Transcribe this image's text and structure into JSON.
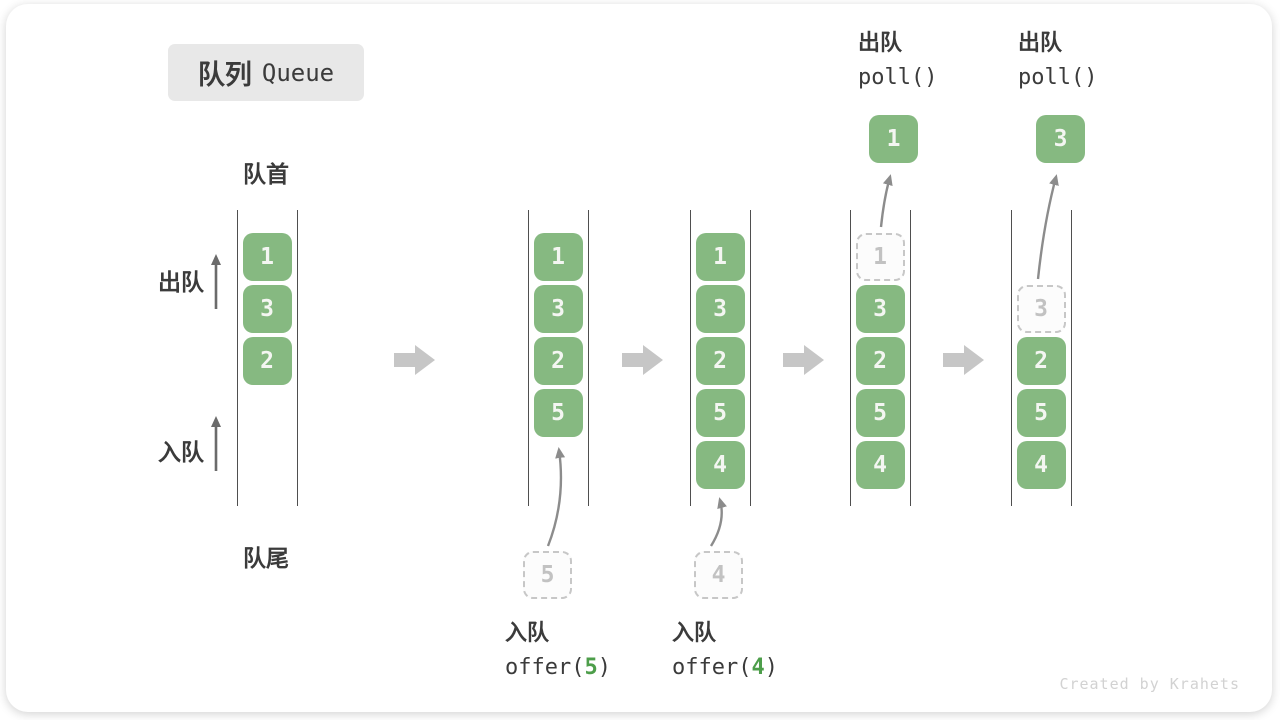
{
  "title": {
    "zh": "队列",
    "en": "Queue"
  },
  "labels": {
    "front": "队首",
    "rear": "队尾",
    "dequeue": "出队",
    "enqueue": "入队"
  },
  "states": [
    {
      "cells": [
        "1",
        "3",
        "2"
      ]
    },
    {
      "cells": [
        "1",
        "3",
        "2",
        "5"
      ],
      "pending": "5",
      "action": {
        "label": "入队",
        "pre": "offer(",
        "arg": "5",
        "post": ")"
      }
    },
    {
      "cells": [
        "1",
        "3",
        "2",
        "5",
        "4"
      ],
      "pending": "4",
      "action": {
        "label": "入队",
        "pre": "offer(",
        "arg": "4",
        "post": ")"
      }
    },
    {
      "cells": [
        "1",
        "3",
        "2",
        "5",
        "4"
      ],
      "dashed_row": 0,
      "popped": "1",
      "action": {
        "label": "出队",
        "code": "poll()"
      }
    },
    {
      "cells": [
        null,
        "3",
        "2",
        "5",
        "4"
      ],
      "dashed_row": 1,
      "popped": "3",
      "action": {
        "label": "出队",
        "code": "poll()"
      }
    }
  ],
  "watermark": "Created by Krahets",
  "colors": {
    "box_green": "#86b981",
    "accent_green": "#4d9e4a",
    "title_bg": "#e8e8e8",
    "text_dark": "#3b3b3b",
    "dashed_gray": "#c7c7c7",
    "dashed_text": "#c2c2c2",
    "big_arrow_gray": "#c6c6c6",
    "arrow_gray": "#8c8c8c",
    "dark_arrow": "#6b6b6b",
    "line_dark": "#4f4f4f",
    "watermark_gray": "#d2d2d2",
    "cell_text": "#f4f6f2"
  }
}
